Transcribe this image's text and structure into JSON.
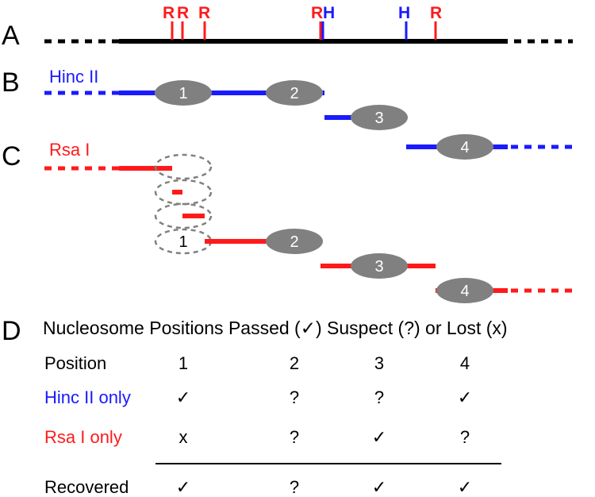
{
  "colors": {
    "hinc": "#1a1aff",
    "rsa": "#ff1a1a",
    "nucleosome": "#808080",
    "nucleosome_lost": "#808080",
    "line": "#000000"
  },
  "panels": {
    "a": "A",
    "b": "B",
    "c": "C",
    "d": "D"
  },
  "sites": {
    "r": "R",
    "h": "H"
  },
  "enzymes": {
    "hinc": "Hinc II",
    "rsa": "Rsa I"
  },
  "nucleosomes": [
    "1",
    "2",
    "3",
    "4"
  ],
  "table": {
    "title_part1": "Nucleosome Positions Passed (",
    "title_check": "✓",
    "title_part2": ") Suspect (?) or Lost (",
    "title_x": "x",
    "title_part3": ")",
    "header": {
      "label": "Position",
      "values": [
        "1",
        "2",
        "3",
        "4"
      ]
    },
    "rows": [
      {
        "label": "Hinc II only",
        "values": [
          "✓",
          "?",
          "?",
          "✓"
        ]
      },
      {
        "label": "Rsa I only",
        "values": [
          "x",
          "?",
          "✓",
          "?"
        ]
      },
      {
        "label": "Recovered",
        "values": [
          "✓",
          "?",
          "✓",
          "✓"
        ]
      }
    ]
  }
}
